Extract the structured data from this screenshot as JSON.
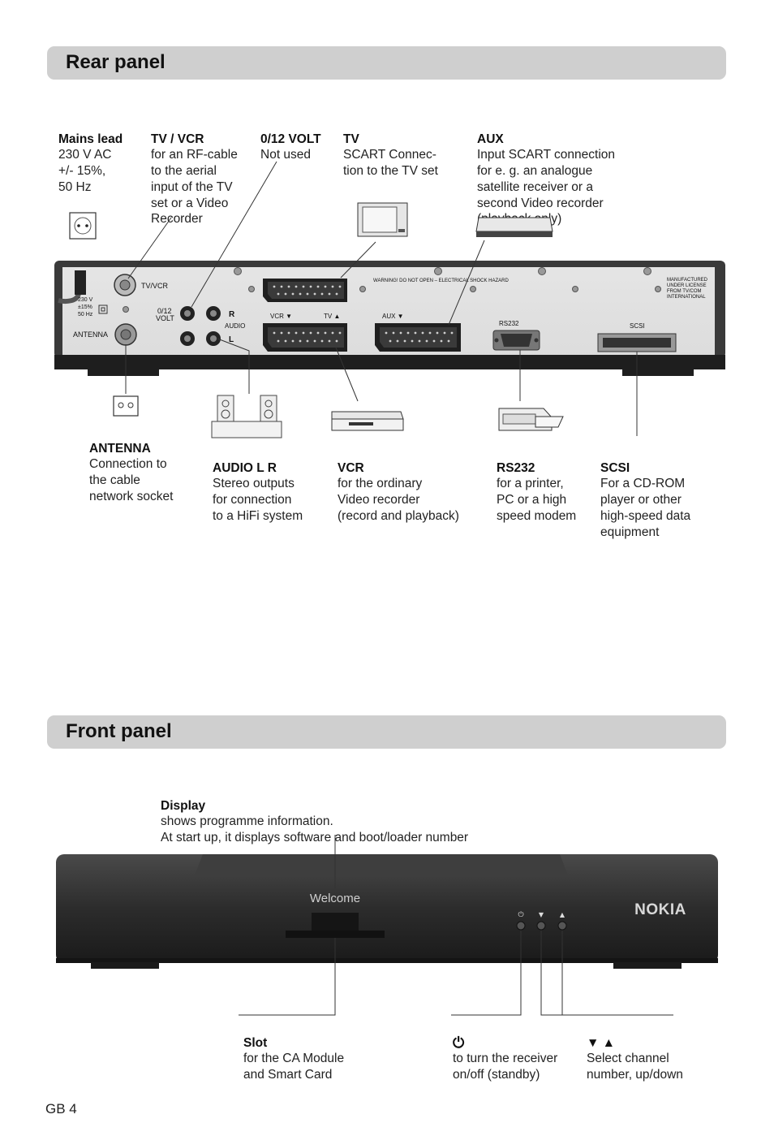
{
  "rear": {
    "title": "Rear panel",
    "mains": {
      "title": "Mains lead",
      "body": "230 V AC\n +/- 15%,\n50 Hz"
    },
    "tvvcr": {
      "title": "TV / VCR",
      "body": "for an RF-cable\nto the aerial\ninput of the TV\nset or a Video\nRecorder"
    },
    "volt": {
      "title": "0/12 VOLT",
      "body": "Not used"
    },
    "tv": {
      "title": "TV",
      "body": "SCART Connec-\ntion to the TV set"
    },
    "aux": {
      "title": "AUX",
      "body": "Input SCART connection\nfor e. g. an analogue\nsatellite receiver or a\nsecond Video recorder\n(playback only)"
    },
    "antenna": {
      "title": "ANTENNA",
      "body": "Connection to\nthe cable\nnetwork socket"
    },
    "audio": {
      "title": "AUDIO L  R",
      "body": "Stereo outputs\nfor connection\nto a HiFi system"
    },
    "vcr": {
      "title": "VCR",
      "body": "for the ordinary\nVideo recorder\n(record and playback)"
    },
    "rs232": {
      "title": "RS232",
      "body": "for a printer,\nPC or a high\nspeed modem"
    },
    "scsi": {
      "title": "SCSI",
      "body": "For a CD-ROM\nplayer or other\nhigh-speed data\nequipment"
    },
    "device": {
      "tvvcr": "TV/VCR",
      "v230": "230 V",
      "v15": "±15%",
      "hz": "50 Hz",
      "antenna": "ANTENNA",
      "volt": "0/12",
      "volt2": "VOLT",
      "r": "R",
      "audio": "AUDIO",
      "l": "L",
      "vcr": "VCR ▼",
      "tv": "TV ▲",
      "aux": "AUX ▼",
      "rs232": "RS232",
      "scsi": "SCSI",
      "warning": "WARNING! DO NOT OPEN – ELECTRICAL SHOCK HAZARD",
      "lic1": "MANUFACTURED",
      "lic2": "UNDER LICENSE",
      "lic3": "FROM TV/COM",
      "lic4": "INTERNATIONAL"
    }
  },
  "front": {
    "title": "Front panel",
    "display": {
      "title": "Display",
      "body": "shows programme information.\nAt start up, it displays software and boot/loader number"
    },
    "slot": {
      "title": "Slot",
      "body": "for the CA Module\nand Smart Card"
    },
    "power": {
      "title": "⏻",
      "body": "to turn the receiver\non/off (standby)"
    },
    "channel": {
      "title": "▼ ▲",
      "body": "Select channel\nnumber, up/down"
    },
    "device": {
      "welcome": "Welcome",
      "brand": "NOKIA",
      "btn_power": "⏻",
      "btn_down": "▼",
      "btn_up": "▲"
    }
  },
  "page": "GB 4"
}
